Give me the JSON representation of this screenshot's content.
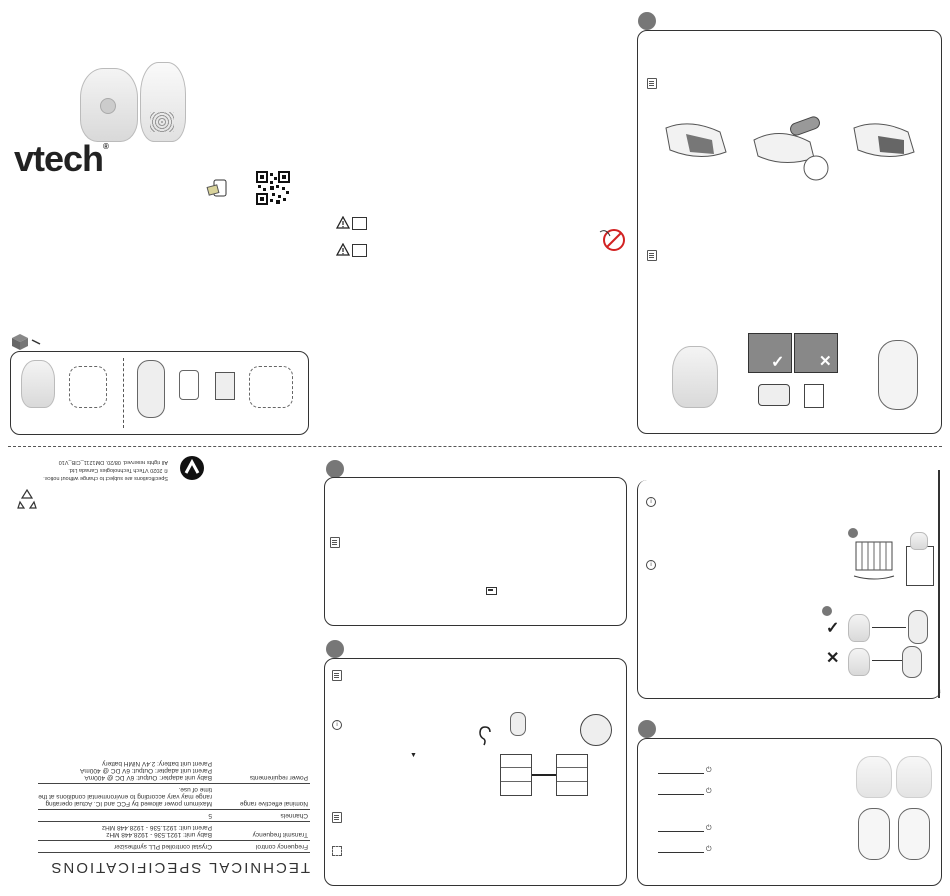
{
  "brand": {
    "logo_text": "vtech",
    "trademark": "®"
  },
  "copyright": {
    "line1": "Specifications are subject to change without notice.",
    "line2": "© 2020 VTech Technologies Canada Ltd.",
    "line3": "All rights reserved. 08/20. DM1211_CIB_V10"
  },
  "specs": {
    "title": "TECHNICAL SPECIFICATIONS",
    "rows": [
      {
        "key": "Frequency control",
        "value": "Crystal controlled PLL synthesizer"
      },
      {
        "key": "Transmit frequency",
        "value": "Baby unit: 1921.536 - 1928.448 MHz\nParent unit: 1921.536 - 1928.448 MHz"
      },
      {
        "key": "Channels",
        "value": "5"
      },
      {
        "key": "Nominal effective range",
        "value": "Maximum power allowed by FCC and IC. Actual operating range may vary according to environmental conditions at the time of use."
      },
      {
        "key": "Power requirements",
        "value": "Baby unit adapter: Output: 6V DC @ 400mA\nParent unit adapter: Output: 6V DC @ 400mA\nParent unit battery: 2.4V NiMH battery"
      }
    ]
  },
  "icons": {
    "warning": "warning-triangle-icon",
    "manual": "manual-book-icon",
    "note": "note-icon",
    "info": "info-icon",
    "check": "✓",
    "cross": "✕",
    "power": "⏻",
    "battery": "battery-icon",
    "recycle": "recycle-icon",
    "qr": "qr-code-icon",
    "ear": "ear-icon",
    "arrow_down": "▼"
  },
  "colors": {
    "circle": "#777777",
    "border": "#333333",
    "stop": "#d22222",
    "device": "#e6e6e6"
  }
}
